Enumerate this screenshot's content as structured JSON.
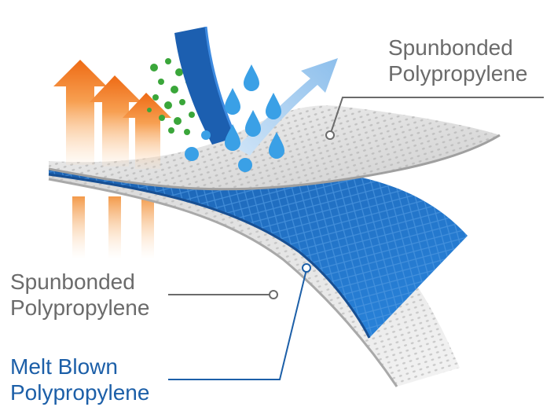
{
  "labels": {
    "top": {
      "line1": "Spunbonded",
      "line2": "Polypropylene"
    },
    "left": {
      "line1": "Spunbonded",
      "line2": "Polypropylene"
    },
    "melt": {
      "line1": "Melt Blown",
      "line2": "Polypropylene"
    }
  },
  "colors": {
    "label_gray": "#6b6b6b",
    "label_blue": "#1c5fa8",
    "layer_blue": "#1f6fc7",
    "layer_gray": "#dcdcdc",
    "heat_orange": "#f07a1e",
    "water_blue": "#3aa0e6",
    "particle_green": "#3aa63a",
    "arrow_light_blue": "#9cc8ee"
  },
  "icons": [
    "heat-arrow-icon",
    "water-drop-icon",
    "airflow-arrow-icon",
    "particle-icon",
    "water-stream-icon"
  ]
}
